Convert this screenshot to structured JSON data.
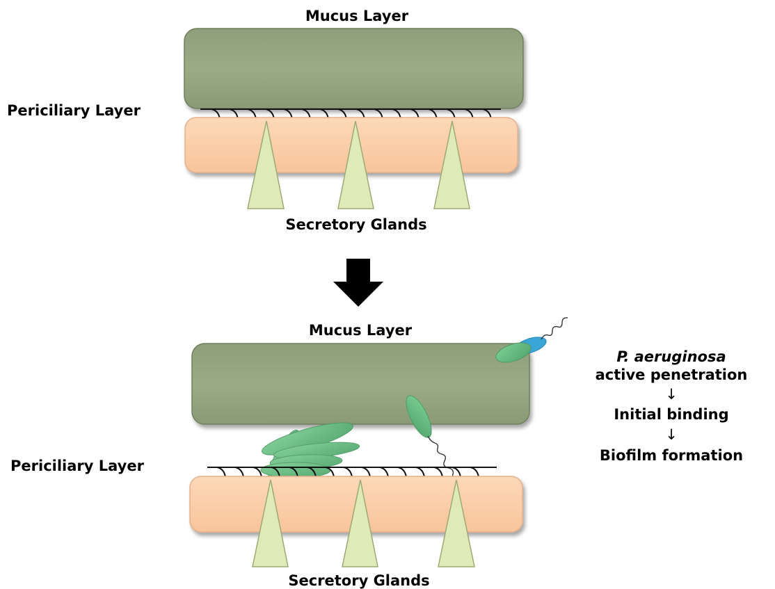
{
  "top_panel": {
    "mucus_label": "Mucus Layer",
    "periciliary_label": "Periciliary Layer",
    "glands_label": "Secretory Glands"
  },
  "bottom_panel": {
    "mucus_label": "Mucus Layer",
    "periciliary_label": "Periciliary Layer",
    "glands_label": "Secretory Glands"
  },
  "process": {
    "organism": "P. aeruginosa",
    "step1": "active penetration",
    "arrow1": "↓",
    "step2": "Initial binding",
    "arrow2": "↓",
    "step3": "Biofilm formation"
  },
  "colors": {
    "mucus": "#98a884",
    "mucus_stroke": "#6f7f5c",
    "epithelium": "#fbcfaa",
    "epithelium_stroke": "#e5b089",
    "gland": "#dfeab8",
    "gland_stroke": "#9aaa72",
    "bacterium": "#6dbd86",
    "flagellum_cap": "#3aa6d8",
    "arrow": "#000000"
  }
}
